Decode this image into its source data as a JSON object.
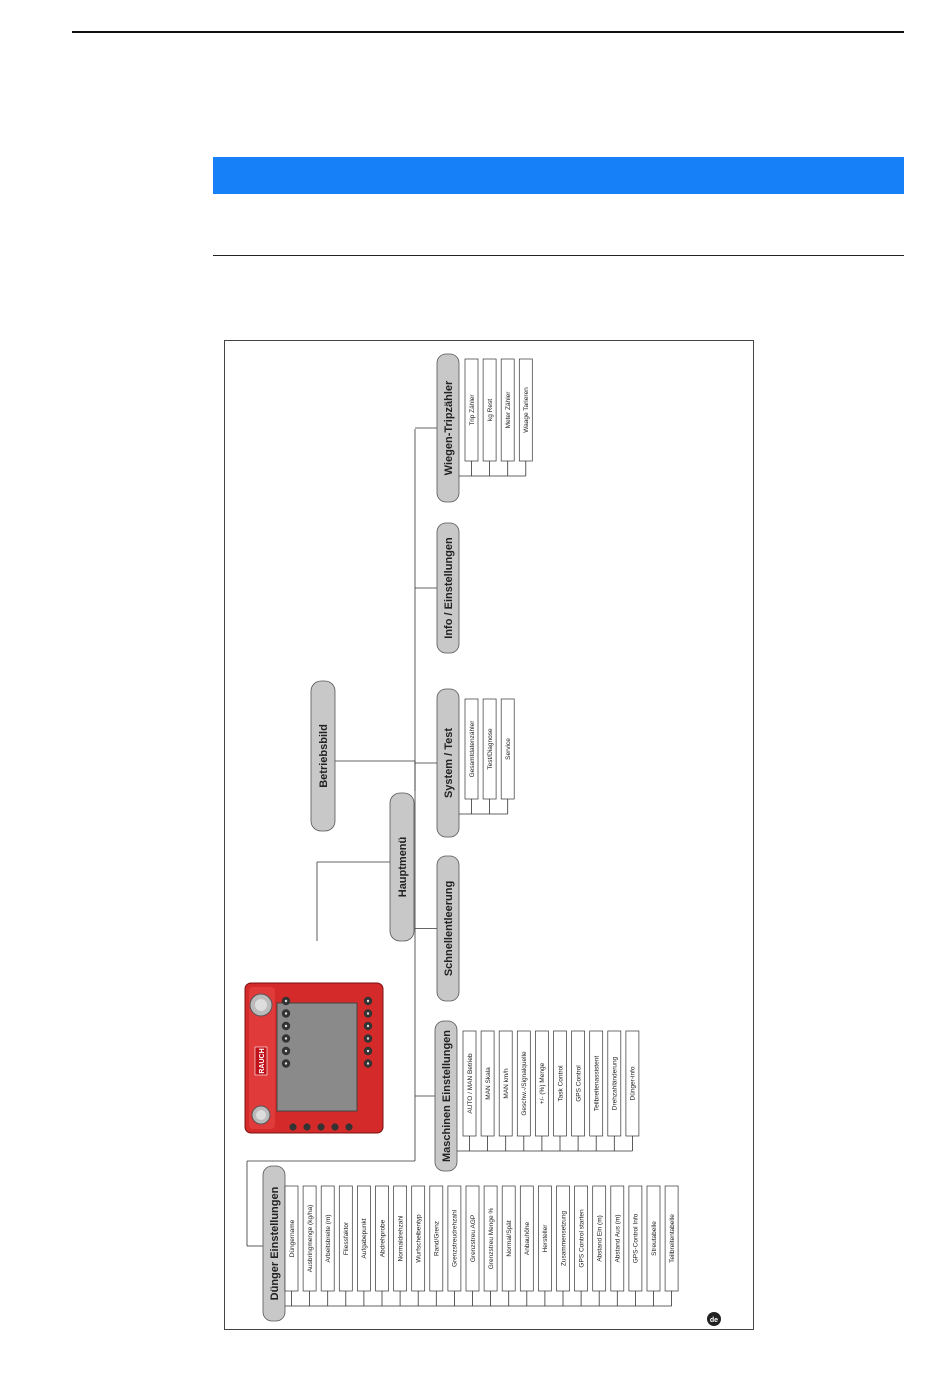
{
  "colors": {
    "accent_band": "#1580f8",
    "pill_fill": "#c8c8c8",
    "terminal_red": "#d42a2a",
    "screen_gray": "#8a8a8a",
    "logo_red": "#c0101a"
  },
  "diagram": {
    "root": "Betriebsbild",
    "main_menu": "Hauptmenü",
    "terminal": {
      "logo": "RAUCH",
      "icon": "rauch-terminal-icon"
    },
    "language_badge": "de",
    "menus": [
      {
        "label": "Dünger Einstellungen",
        "items": [
          "Düngername",
          "Ausbringmenge (kg/ha)",
          "Arbeitsbreite (m)",
          "Fliessfaktor",
          "Aufgabepunkt",
          "Abdrehprobe",
          "Normaldrehzahl",
          "Wurfscheibentyp",
          "Rand/Grenz",
          "Grenzstreudrehzahl",
          "Grenzstreu AGP",
          "Grenzstreu Menge %",
          "Normal/Spät",
          "Anbauhöhe",
          "Hersteller",
          "Zusammensetzung",
          "GPS Control starten",
          "Abstand Ein (m)",
          "Abstand Aus (m)",
          "GPS-Control Info",
          "Streutabelle",
          "Teilbreitentabelle"
        ]
      },
      {
        "label": "Maschinen Einstellungen",
        "items": [
          "AUTO / MAN Betrieb",
          "MAN Skala",
          "MAN km/h",
          "Geschw.-/Signalquelle",
          "+/- (%) Menge",
          "Task Control",
          "GPS Control",
          "Teilbreitenassistent",
          "Drehzahländerung",
          "Dünger-info"
        ]
      },
      {
        "label": "Schnellentleerung",
        "items": []
      },
      {
        "label": "System / Test",
        "items": [
          "Gesamtdatenzähler",
          "Test/Diagnose",
          "Service"
        ]
      },
      {
        "label": "Info / Einstellungen",
        "items": []
      },
      {
        "label": "Wiegen-Tripzähler",
        "items": [
          "Trip Zähler",
          "kg Rest",
          "Meter Zähler",
          "Waage Tarieren"
        ]
      }
    ]
  }
}
